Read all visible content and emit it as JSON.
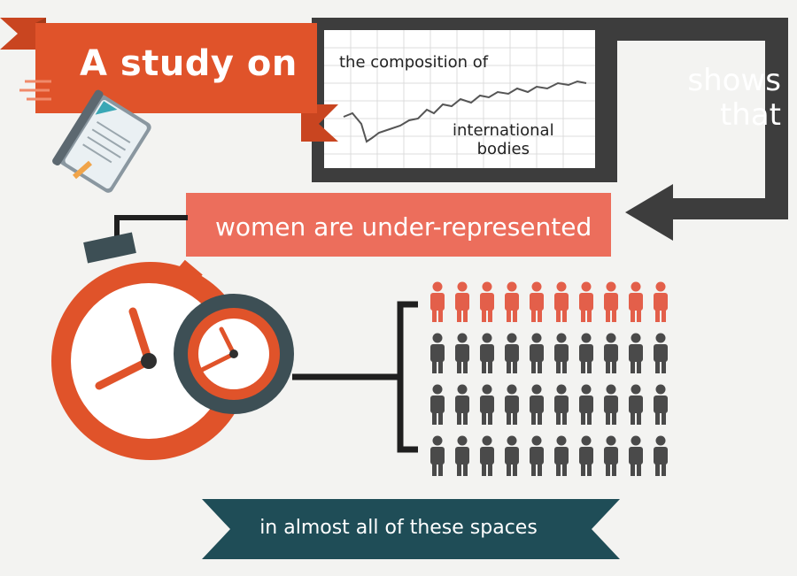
{
  "text": {
    "intro": "A study on",
    "topic_line1": "the composition of",
    "topic_line2": "international",
    "topic_line3": "bodies",
    "shows_line1": "shows",
    "shows_line2": "that",
    "finding": "women are under-represented",
    "conclusion": "in almost all of these spaces"
  },
  "people_grid": {
    "columns": 10,
    "rows": 4,
    "highlighted_rows": 1
  },
  "colors": {
    "accent_orange": "#e0532a",
    "salmon": "#ec6e5c",
    "charcoal": "#3d3d3d",
    "teal": "#1f4d57",
    "figure_red": "#e35f4a",
    "figure_grey": "#4a4a4a",
    "background": "#f3f3f1"
  },
  "icons": [
    "document-icon",
    "clock-icon",
    "stopwatch-icon",
    "person-icon",
    "arrow-left-icon",
    "line-chart-icon"
  ]
}
